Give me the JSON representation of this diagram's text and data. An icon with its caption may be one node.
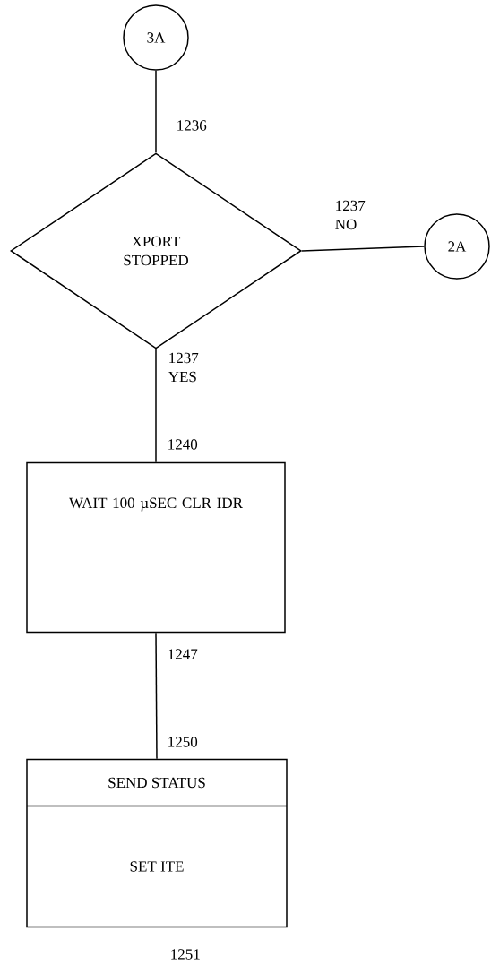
{
  "diagram": {
    "nodes": [
      {
        "text": [
          "3A"
        ]
      },
      {
        "text": [
          "XPORT STOPPED"
        ]
      },
      {
        "text": [
          "2A"
        ]
      },
      {
        "text": [
          "WAIT 100 µSEC CLR IDR"
        ],
        "beside": [
          "1240"
        ]
      },
      {
        "text": [
          "SEND STATUS",
          "SET ITE"
        ],
        "beside": [
          "1250",
          "1251"
        ]
      }
    ],
    "edges": [
      {
        "from": 0,
        "to": 1,
        "arrow": "none",
        "label": "1236"
      },
      {
        "from": 1,
        "to": 2,
        "arrow": "none",
        "label": "1237 NO"
      },
      {
        "from": 1,
        "to": 3,
        "arrow": "none",
        "label": "1237 YES"
      },
      {
        "from": 3,
        "to": 4,
        "arrow": "none",
        "label": "1247"
      }
    ]
  }
}
